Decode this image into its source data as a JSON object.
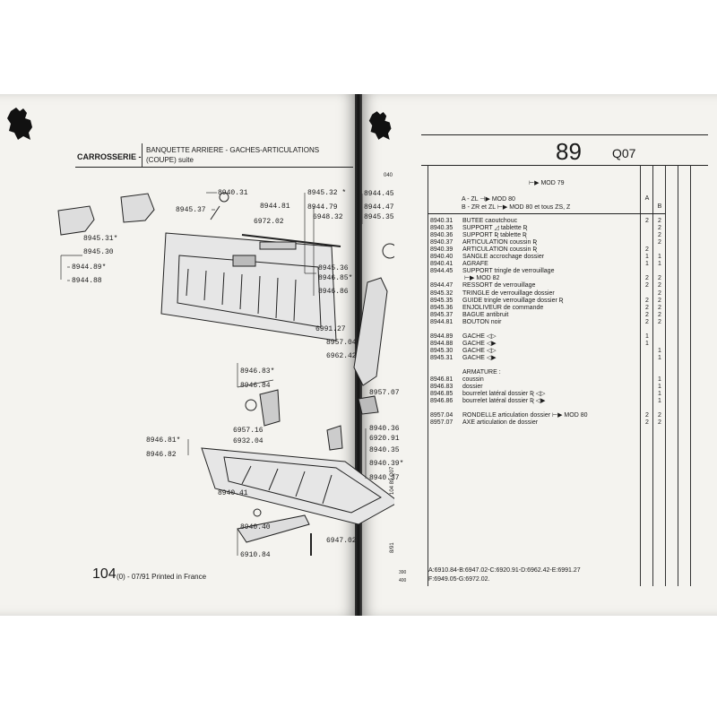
{
  "left_page": {
    "category": "CARROSSERIE -",
    "title_line1": "BANQUETTE ARRIERE - GACHES-ARTICULATIONS",
    "title_line2": "(COUPE) suite",
    "corner_code": "040",
    "callouts": [
      {
        "text": "8940.31"
      },
      {
        "text": "8945.32 *"
      },
      {
        "text": "8944.45"
      },
      {
        "text": "8944.81"
      },
      {
        "text": "8945.37"
      },
      {
        "text": "8944.79"
      },
      {
        "text": "8944.47"
      },
      {
        "text": "6972.02"
      },
      {
        "text": "6948.32"
      },
      {
        "text": "8945.35"
      },
      {
        "text": "8945.31*"
      },
      {
        "text": "8945.30"
      },
      {
        "text": "8944.89*"
      },
      {
        "text": "8944.88"
      },
      {
        "text": "8945.36"
      },
      {
        "text": "8946.85*"
      },
      {
        "text": "8946.86"
      },
      {
        "text": "6991.27"
      },
      {
        "text": "8957.04"
      },
      {
        "text": "6962.42"
      },
      {
        "text": "8946.83*"
      },
      {
        "text": "8946.84"
      },
      {
        "text": "8957.07"
      },
      {
        "text": "6957.16"
      },
      {
        "text": "8940.36"
      },
      {
        "text": "6920.91"
      },
      {
        "text": "6932.04"
      },
      {
        "text": "8946.81*"
      },
      {
        "text": "8946.82"
      },
      {
        "text": "8940.35"
      },
      {
        "text": "8940.39*"
      },
      {
        "text": "8940.37"
      },
      {
        "text": "8940.41"
      },
      {
        "text": "8940.40"
      },
      {
        "text": "6947.02"
      },
      {
        "text": "6910.84"
      }
    ],
    "side_code": "104  89 Q07",
    "side_date": "8/91",
    "footer_page": "104",
    "footer_text": "(0) - 07/91 Printed in France"
  },
  "right_page": {
    "page_number": "89",
    "page_code": "Q07",
    "mod_note": "MOD 79",
    "legend_a": "A - ZL",
    "legend_a_tail": "MOD 80",
    "legend_b": "B - ZR et ZL",
    "legend_b_tail": "MOD 80 et tous ZS, Z",
    "col_a": "A",
    "col_b": "B",
    "rows": [
      {
        "ref": "8940.31",
        "desc": "BUTEE caoutchouc",
        "a": "2",
        "b": "2"
      },
      {
        "ref": "8940.35",
        "desc": "SUPPORT ◿ tablette Ʀ",
        "a": "",
        "b": "2"
      },
      {
        "ref": "8940.36",
        "desc": "SUPPORT Ʀ tablette Ʀ",
        "a": "",
        "b": "2"
      },
      {
        "ref": "8940.37",
        "desc": "ARTICULATION coussin Ʀ",
        "a": "",
        "b": "2"
      },
      {
        "ref": "8940.39",
        "desc": "ARTICULATION coussin Ʀ",
        "a": "2",
        "b": ""
      },
      {
        "ref": "8940.40",
        "desc": "SANGLE accrochage dossier",
        "a": "1",
        "b": "1"
      },
      {
        "ref": "8940.41",
        "desc": "AGRAFE",
        "a": "1",
        "b": "1"
      },
      {
        "ref": "8944.45",
        "desc": "SUPPORT tringle de verrouillage",
        "a": "",
        "b": ""
      },
      {
        "ref": "",
        "desc": "       ⊢▶ MOD 82",
        "a": "2",
        "b": "2"
      },
      {
        "ref": "8944.47",
        "desc": "RESSORT de verrouillage",
        "a": "2",
        "b": "2"
      },
      {
        "ref": "8945.32",
        "desc": "TRINGLE de verrouillage dossier",
        "a": "",
        "b": "2"
      },
      {
        "ref": "8945.35",
        "desc": "GUIDE tringle verrouillage dossier Ʀ",
        "a": "2",
        "b": "2"
      },
      {
        "ref": "8945.36",
        "desc": "ENJOLIVEUR de commande",
        "a": "2",
        "b": "2"
      },
      {
        "ref": "8945.37",
        "desc": "BAGUE antibruit",
        "a": "2",
        "b": "2"
      },
      {
        "ref": "8944.81",
        "desc": "BOUTON noir",
        "a": "2",
        "b": "2"
      },
      {
        "ref": "",
        "desc": "",
        "a": "",
        "b": ""
      },
      {
        "ref": "8944.89",
        "desc": "GACHE ◁▷",
        "a": "1",
        "b": ""
      },
      {
        "ref": "8944.88",
        "desc": "GACHE ◁▶",
        "a": "1",
        "b": ""
      },
      {
        "ref": "8945.30",
        "desc": "GACHE ◁▷",
        "a": "",
        "b": "1"
      },
      {
        "ref": "8945.31",
        "desc": "GACHE ◁▶",
        "a": "",
        "b": "1"
      },
      {
        "ref": "",
        "desc": "",
        "a": "",
        "b": ""
      },
      {
        "ref": "",
        "desc": "ARMATURE :",
        "a": "",
        "b": ""
      },
      {
        "ref": "8946.81",
        "desc": "coussin",
        "a": "",
        "b": "1"
      },
      {
        "ref": "8946.83",
        "desc": "dossier",
        "a": "",
        "b": "1"
      },
      {
        "ref": "8946.85",
        "desc": "bourrelet latéral dossier Ʀ ◁▷",
        "a": "",
        "b": "1"
      },
      {
        "ref": "8946.86",
        "desc": "bourrelet latéral dossier Ʀ ◁▶",
        "a": "",
        "b": "1"
      },
      {
        "ref": "",
        "desc": "",
        "a": "",
        "b": ""
      },
      {
        "ref": "8957.04",
        "desc": "RONDELLE articulation dossier ⊢▶ MOD 80",
        "a": "2",
        "b": "2"
      },
      {
        "ref": "8957.07",
        "desc": "AXE articulation de dossier",
        "a": "2",
        "b": "2"
      }
    ],
    "footnote1": "A:6910.84-B:6947.02-C:6920.91-D:6962.42-E:6991.27",
    "footnote2": "F:6949.05-G:6972.02.",
    "margin_code1": "390",
    "margin_code2": "400"
  },
  "colors": {
    "ink": "#1a1a1a",
    "paper": "#f4f3ef",
    "gutter": "#111111"
  }
}
